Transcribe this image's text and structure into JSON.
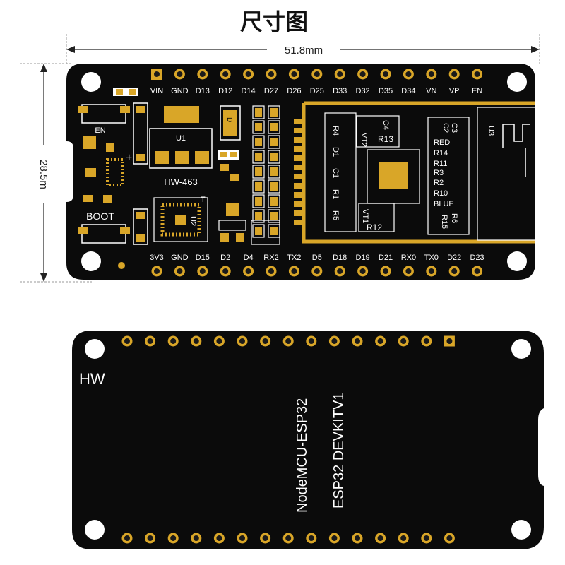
{
  "title": "尺寸图",
  "dimensions": {
    "width": "51.8mm",
    "height": "28.5m"
  },
  "colors": {
    "board": "#0b0b0b",
    "pad": "#d9a628",
    "pad_hole": "#1a1a1a",
    "silk": "#ffffff"
  },
  "front": {
    "top_pins": [
      "VIN",
      "GND",
      "D13",
      "D12",
      "D14",
      "D27",
      "D26",
      "D25",
      "D33",
      "D32",
      "D35",
      "D34",
      "VN",
      "VP",
      "EN"
    ],
    "bottom_pins": [
      "3V3",
      "GND",
      "D15",
      "D2",
      "D4",
      "RX2",
      "TX2",
      "D5",
      "D18",
      "D19",
      "D21",
      "RX0",
      "TX0",
      "D22",
      "D23"
    ],
    "buttons": {
      "en": "EN",
      "boot": "BOOT"
    },
    "chips": {
      "regulator": "U1",
      "model": "HW-463",
      "usb_chip": "U2",
      "antenna": "U3"
    },
    "module_labels": {
      "left_col": [
        "R4",
        "D1",
        "C1",
        "R1",
        "R5"
      ],
      "c4": "C4",
      "vt2": "VT2",
      "r13": "R13",
      "vt1": "VT1",
      "r12": "R12",
      "right_col": [
        "C3",
        "C2",
        "RED",
        "R14",
        "R11",
        "R3",
        "R2",
        "R10",
        "BLUE",
        "R6",
        "R15"
      ]
    },
    "misc": {
      "plus": "+",
      "d": "D",
      "t": "T"
    }
  },
  "back": {
    "brand": "HW",
    "line1": "NodeMCU-ESP32",
    "line2": "ESP32 DEVKITV1"
  }
}
